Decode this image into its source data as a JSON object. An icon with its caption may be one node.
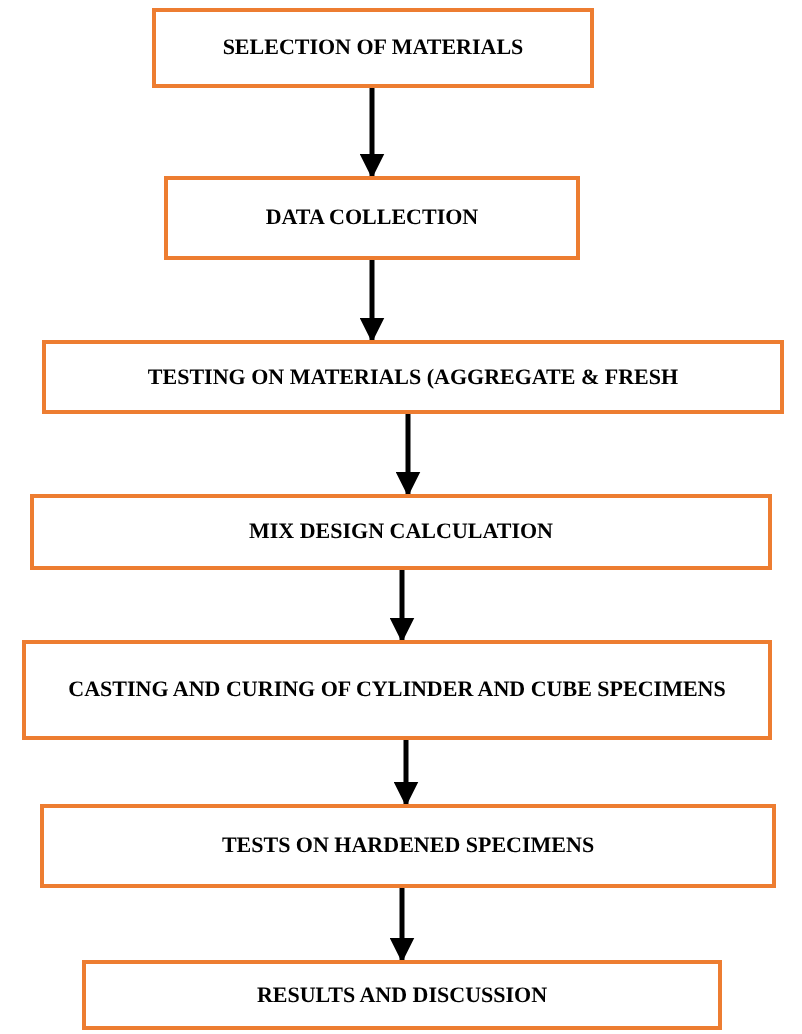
{
  "diagram": {
    "nodes": [
      {
        "text": [
          "SELECTION OF MATERIALS"
        ]
      },
      {
        "text": [
          "DATA COLLECTION"
        ]
      },
      {
        "text": [
          "TESTING ON MATERIALS (AGGREGATE & FRESH"
        ]
      },
      {
        "text": [
          "MIX DESIGN CALCULATION"
        ]
      },
      {
        "text": [
          "CASTING AND CURING OF CYLINDER AND CUBE SPECIMENS"
        ]
      },
      {
        "text": [
          "TESTS ON HARDENED SPECIMENS"
        ]
      },
      {
        "text": [
          "RESULTS AND DISCUSSION"
        ]
      }
    ],
    "edges": [
      {
        "from": 0,
        "to": 1,
        "arrow": "to"
      },
      {
        "from": 1,
        "to": 2,
        "arrow": "to"
      },
      {
        "from": 2,
        "to": 3,
        "arrow": "to"
      },
      {
        "from": 3,
        "to": 4,
        "arrow": "to"
      },
      {
        "from": 4,
        "to": 5,
        "arrow": "to"
      },
      {
        "from": 5,
        "to": 6,
        "arrow": "to"
      }
    ]
  }
}
